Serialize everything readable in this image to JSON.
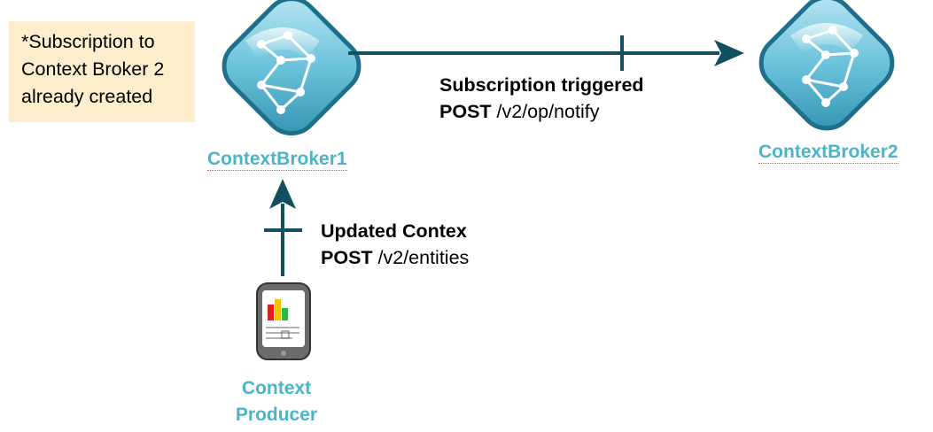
{
  "note": {
    "lines": [
      "*Subscription to",
      "Context Broker 2",
      "already created"
    ]
  },
  "broker1": {
    "name": "ContextBroker1"
  },
  "broker2": {
    "name": "ContextBroker2"
  },
  "producer": {
    "name_line1": "Context",
    "name_line2": "Producer"
  },
  "edge_notify": {
    "title": "Subscription triggered",
    "method": "POST",
    "path": " /v2/op/notify"
  },
  "edge_update": {
    "title": "Updated Contex",
    "method": "POST",
    "path": " /v2/entities"
  },
  "colors": {
    "arrow": "#12505f",
    "node_label": "#4ab4c9",
    "note_bg": "#fdedcc",
    "icon_fill": "#7ccbe0"
  },
  "icons": {
    "broker": "context-broker-icon",
    "producer": "tablet-icon"
  }
}
